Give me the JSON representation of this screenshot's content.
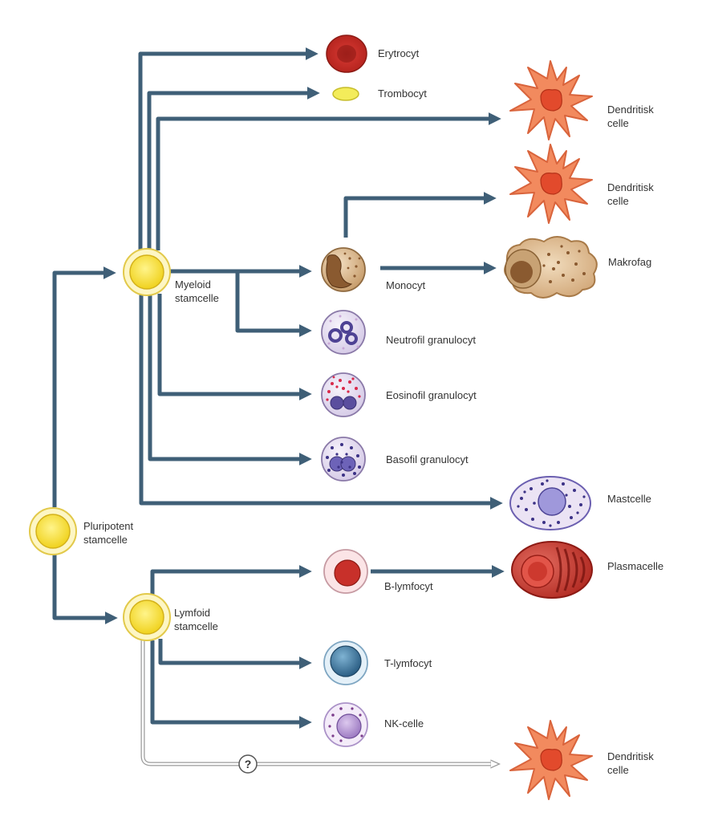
{
  "labels": {
    "erytrocyt": "Erytrocyt",
    "trombocyt": "Trombocyt",
    "dendritisk_1": [
      "Dendritisk",
      "celle"
    ],
    "dendritisk_2": [
      "Dendritisk",
      "celle"
    ],
    "makrofag": "Makrofag",
    "monocyt": "Monocyt",
    "myeloid": [
      "Myeloid",
      "stamcelle"
    ],
    "neutrofil": "Neutrofil granulocyt",
    "eosinofil": "Eosinofil granulocyt",
    "basofil": "Basofil granulocyt",
    "mastcelle": "Mastcelle",
    "pluripotent": [
      "Pluripotent",
      "stamcelle"
    ],
    "b_lymfocyt": "B-lymfocyt",
    "plasmacelle": "Plasmacelle",
    "lymfoid": [
      "Lymfoid",
      "stamcelle"
    ],
    "t_lymfocyt": "T-lymfocyt",
    "nk_celle": "NK-celle",
    "dendritisk_3": [
      "Dendritisk",
      "celle"
    ],
    "unknown_marker": "?"
  },
  "colors": {
    "arrow": "#3f5f77",
    "stemcell_fill": "#f6e14a",
    "stemcell_ring": "#fdf6c4",
    "erythrocyte": "#c8302a",
    "thrombocyte": "#f3ec5a",
    "dendritic": "#f28a5e",
    "dendritic_nucleus": "#e24a2c",
    "monocyte": "#c9a071",
    "granulocyte_bg": "#e4dcf0",
    "lymphocyte_t": "#3f7da3",
    "nk": "#b597d1",
    "plasma": "#c6312a"
  },
  "icons": [
    "stem-cell-icon",
    "erythrocyte-icon",
    "thrombocyte-icon",
    "dendritic-cell-icon",
    "monocyte-icon",
    "macrophage-icon",
    "neutrophil-icon",
    "eosinophil-icon",
    "basophil-icon",
    "mast-cell-icon",
    "b-lymphocyte-icon",
    "plasma-cell-icon",
    "t-lymphocyte-icon",
    "nk-cell-icon"
  ]
}
